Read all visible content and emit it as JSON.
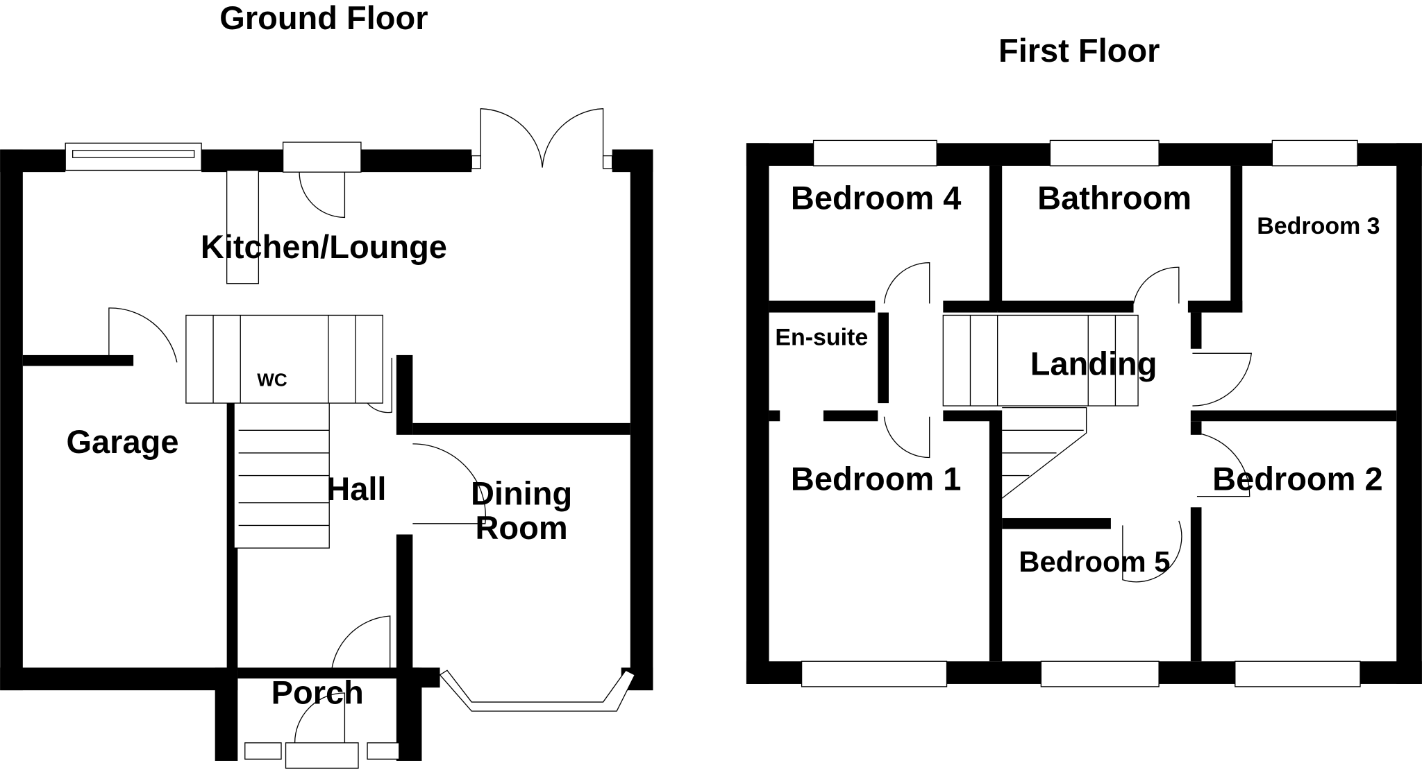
{
  "ground_floor": {
    "title": "Ground Floor",
    "rooms": {
      "kitchen_lounge": "Kitchen/Lounge",
      "garage": "Garage",
      "wc": "WC",
      "hall": "Hall",
      "dining_room_line1": "Dining",
      "dining_room_line2": "Room",
      "porch": "Porch"
    }
  },
  "first_floor": {
    "title": "First Floor",
    "rooms": {
      "bedroom4": "Bedroom 4",
      "bathroom": "Bathroom",
      "bedroom3": "Bedroom 3",
      "ensuite": "En-suite",
      "landing": "Landing",
      "bedroom1": "Bedroom 1",
      "bedroom2": "Bedroom 2",
      "bedroom5": "Bedroom 5"
    }
  },
  "colors": {
    "wall": "#000000",
    "background": "#ffffff"
  }
}
